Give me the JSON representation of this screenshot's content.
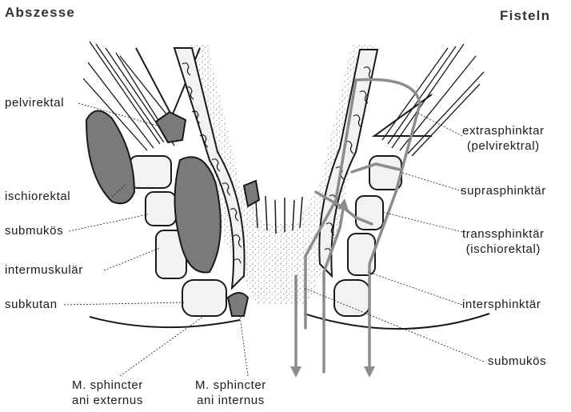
{
  "headers": {
    "left": "Abszesse",
    "right": "Fisteln"
  },
  "left_labels": {
    "pelvirektal": "pelvirektal",
    "ischiorektal": "ischiorektal",
    "submukoes": "submukös",
    "intermuskulaer": "intermuskulär",
    "subkutan": "subkutan"
  },
  "right_labels": {
    "extrasphinktar_1": "extrasphinktar",
    "extrasphinktar_2": "(pelvirektral)",
    "suprasphinktaer": "suprasphinktär",
    "transsphinktaer_1": "transsphinktär",
    "transsphinktaer_2": "(ischiorektal)",
    "intersphinktaer": "intersphinktär",
    "submukoes": "submukös"
  },
  "bottom_labels": {
    "externus_1": "M. sphincter",
    "externus_2": "ani externus",
    "internus_1": "M. sphincter",
    "internus_2": "ani internus"
  },
  "colors": {
    "ink": "#1a1a1a",
    "abscess_fill": "#7a7a7a",
    "fistula_arrow": "#8c8c8c",
    "muscle_fill": "#f2f2f2"
  }
}
